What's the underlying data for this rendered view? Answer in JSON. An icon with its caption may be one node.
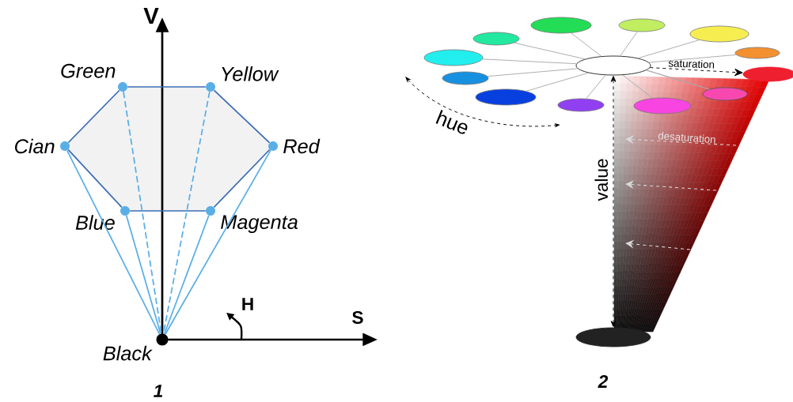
{
  "diagram": {
    "nodes": [
      {
        "text": [
          "Green"
        ]
      },
      {
        "text": [
          "Yellow"
        ]
      },
      {
        "text": [
          "Cian"
        ]
      },
      {
        "text": [
          "Red"
        ]
      },
      {
        "text": [
          "Blue"
        ]
      },
      {
        "text": [
          "Magenta"
        ]
      },
      {
        "text": [
          "Black"
        ]
      },
      {
        "text": [],
        "shape": "ellipse"
      },
      {
        "text": [],
        "shape": "ellipse"
      },
      {
        "text": [],
        "shape": "ellipse"
      },
      {
        "text": [],
        "shape": "ellipse"
      },
      {
        "text": [],
        "shape": "ellipse"
      },
      {
        "text": [],
        "shape": "ellipse"
      },
      {
        "text": [],
        "shape": "ellipse"
      },
      {
        "text": [],
        "shape": "ellipse"
      },
      {
        "text": [],
        "shape": "ellipse"
      },
      {
        "text": [],
        "shape": "ellipse"
      },
      {
        "text": [],
        "shape": "ellipse"
      },
      {
        "text": [],
        "shape": "ellipse"
      },
      {
        "text": [],
        "shape": "ellipse"
      },
      {
        "text": [],
        "shape": "ellipse"
      }
    ],
    "edges": [
      {
        "from": 0,
        "to": 1,
        "arrow": "none",
        "color": "#3b6cb4"
      },
      {
        "from": 1,
        "to": 3,
        "arrow": "none",
        "color": "#3b6cb4"
      },
      {
        "from": 3,
        "to": 5,
        "arrow": "none",
        "color": "#3b6cb4"
      },
      {
        "from": 5,
        "to": 4,
        "arrow": "none",
        "color": "#3b6cb4"
      },
      {
        "from": 4,
        "to": 2,
        "arrow": "none",
        "color": "#3b6cb4"
      },
      {
        "from": 2,
        "to": 0,
        "arrow": "none",
        "color": "#3b6cb4"
      },
      {
        "from": 2,
        "to": 6,
        "arrow": "none",
        "color": "#5aaee6"
      },
      {
        "from": 4,
        "to": 6,
        "arrow": "none",
        "color": "#5aaee6"
      },
      {
        "from": 0,
        "to": 6,
        "arrow": "none",
        "style": "dashed",
        "color": "#5aaee6"
      },
      {
        "from": 1,
        "to": 6,
        "arrow": "none",
        "style": "dashed",
        "color": "#5aaee6"
      },
      {
        "from": 5,
        "to": 6,
        "arrow": "none",
        "color": "#5aaee6"
      },
      {
        "from": 3,
        "to": 6,
        "arrow": "none",
        "color": "#5aaee6"
      },
      {
        "from": 13,
        "to": 7,
        "arrow": "none"
      },
      {
        "from": 13,
        "to": 8,
        "arrow": "none"
      },
      {
        "from": 13,
        "to": 9,
        "arrow": "none"
      },
      {
        "from": 13,
        "to": 10,
        "arrow": "none"
      },
      {
        "from": 13,
        "to": 11,
        "arrow": "none"
      },
      {
        "from": 13,
        "to": 12,
        "arrow": "none"
      },
      {
        "from": 13,
        "to": 15,
        "arrow": "none"
      },
      {
        "from": 13,
        "to": 16,
        "arrow": "none"
      },
      {
        "from": 13,
        "to": 17,
        "arrow": "none"
      },
      {
        "from": 13,
        "to": 18,
        "arrow": "none"
      },
      {
        "from": 13,
        "to": 19,
        "arrow": "none"
      },
      {
        "from": 13,
        "to": 14,
        "arrow": "to",
        "label": "saturation",
        "style": "dashed",
        "color": "#000000"
      },
      {
        "from": 13,
        "to": 20,
        "arrow": "both",
        "label": "value",
        "style": "dashed",
        "color": "#000000"
      }
    ],
    "labels": [
      "V",
      "H",
      "S",
      "1",
      "hue",
      "desaturation",
      "2"
    ]
  }
}
